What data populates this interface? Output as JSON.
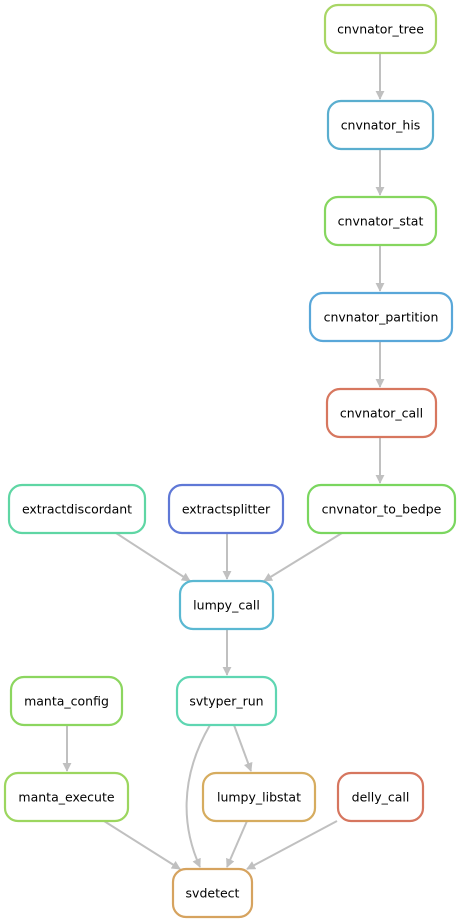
{
  "diagram": {
    "type": "workflow-dag",
    "edge_color": "#c0c0c0",
    "nodes": [
      {
        "id": "cnvnator_tree",
        "label": "cnvnator_tree",
        "color": "#a8d665"
      },
      {
        "id": "cnvnator_his",
        "label": "cnvnator_his",
        "color": "#5aaecf"
      },
      {
        "id": "cnvnator_stat",
        "label": "cnvnator_stat",
        "color": "#86d65f"
      },
      {
        "id": "cnvnator_partition",
        "label": "cnvnator_partition",
        "color": "#59a7d9"
      },
      {
        "id": "cnvnator_call",
        "label": "cnvnator_call",
        "color": "#d7775f"
      },
      {
        "id": "extractdiscordant",
        "label": "extractdiscordant",
        "color": "#5fd6a4"
      },
      {
        "id": "extractsplitter",
        "label": "extractsplitter",
        "color": "#5f78d6"
      },
      {
        "id": "cnvnator_to_bedpe",
        "label": "cnvnator_to_bedpe",
        "color": "#7ad65f"
      },
      {
        "id": "lumpy_call",
        "label": "lumpy_call",
        "color": "#5ab8d2"
      },
      {
        "id": "manta_config",
        "label": "manta_config",
        "color": "#8cd65f"
      },
      {
        "id": "svtyper_run",
        "label": "svtyper_run",
        "color": "#5fd6b2"
      },
      {
        "id": "manta_execute",
        "label": "manta_execute",
        "color": "#9cd65f"
      },
      {
        "id": "lumpy_libstat",
        "label": "lumpy_libstat",
        "color": "#d6ac5f"
      },
      {
        "id": "delly_call",
        "label": "delly_call",
        "color": "#d6765f"
      },
      {
        "id": "svdetect",
        "label": "svdetect",
        "color": "#d6a35f"
      }
    ],
    "edges": [
      {
        "from": "cnvnator_tree",
        "to": "cnvnator_his"
      },
      {
        "from": "cnvnator_his",
        "to": "cnvnator_stat"
      },
      {
        "from": "cnvnator_stat",
        "to": "cnvnator_partition"
      },
      {
        "from": "cnvnator_partition",
        "to": "cnvnator_call"
      },
      {
        "from": "cnvnator_call",
        "to": "cnvnator_to_bedpe"
      },
      {
        "from": "extractdiscordant",
        "to": "lumpy_call"
      },
      {
        "from": "extractsplitter",
        "to": "lumpy_call"
      },
      {
        "from": "cnvnator_to_bedpe",
        "to": "lumpy_call"
      },
      {
        "from": "lumpy_call",
        "to": "svtyper_run"
      },
      {
        "from": "manta_config",
        "to": "manta_execute"
      },
      {
        "from": "svtyper_run",
        "to": "lumpy_libstat"
      },
      {
        "from": "svtyper_run",
        "to": "svdetect"
      },
      {
        "from": "manta_execute",
        "to": "svdetect"
      },
      {
        "from": "lumpy_libstat",
        "to": "svdetect"
      },
      {
        "from": "delly_call",
        "to": "svdetect"
      }
    ]
  }
}
